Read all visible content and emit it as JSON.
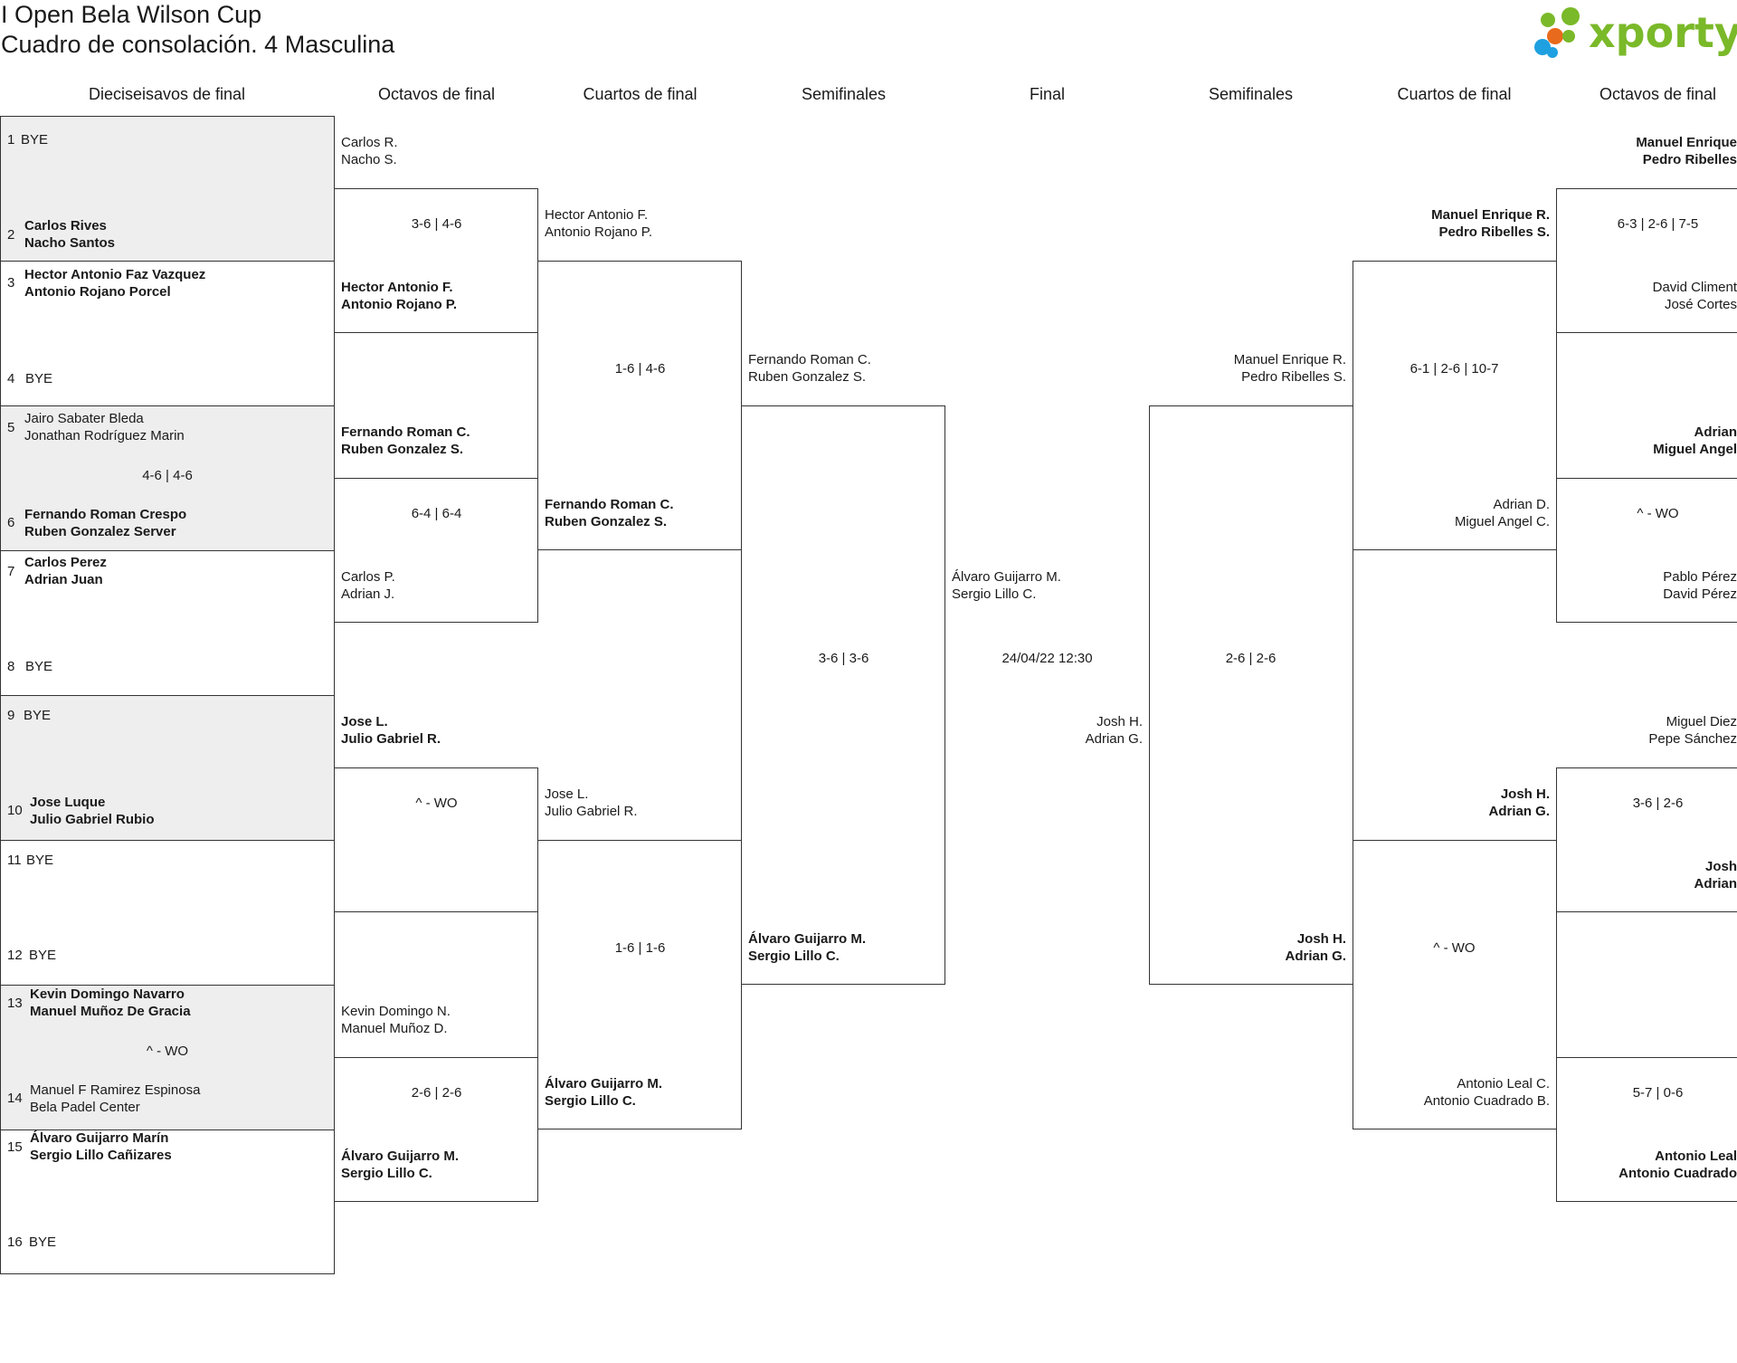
{
  "header": {
    "title": "I Open Bela Wilson Cup",
    "subtitle": "Cuadro de consolación. 4 Masculina"
  },
  "logo": {
    "brand": "xporty",
    "brand_color": "#7ab929"
  },
  "columns": {
    "left": [
      "Dieciseisavos de final",
      "Octavos de final",
      "Cuartos de final",
      "Semifinales"
    ],
    "final": "Final",
    "right": [
      "Semifinales",
      "Cuartos de final",
      "Octavos de final"
    ]
  },
  "r32": {
    "slots": [
      {
        "n": "1",
        "p1": "BYE",
        "p2": ""
      },
      {
        "n": "2",
        "p1": "Carlos Rives",
        "p2": "Nacho Santos"
      },
      {
        "n": "3",
        "p1": "Hector Antonio Faz Vazquez",
        "p2": "Antonio Rojano Porcel"
      },
      {
        "n": "4",
        "p1": "BYE",
        "p2": ""
      },
      {
        "n": "5",
        "p1": "Jairo Sabater Bleda",
        "p2": "Jonathan Rodríguez Marin"
      },
      {
        "n": "6",
        "p1": "Fernando Roman Crespo",
        "p2": "Ruben Gonzalez Server"
      },
      {
        "n": "7",
        "p1": "Carlos Perez",
        "p2": "Adrian Juan"
      },
      {
        "n": "8",
        "p1": "BYE",
        "p2": ""
      },
      {
        "n": "9",
        "p1": "BYE",
        "p2": ""
      },
      {
        "n": "10",
        "p1": "Jose Luque",
        "p2": "Julio Gabriel Rubio"
      },
      {
        "n": "11",
        "p1": "BYE",
        "p2": ""
      },
      {
        "n": "12",
        "p1": "BYE",
        "p2": ""
      },
      {
        "n": "13",
        "p1": "Kevin Domingo Navarro",
        "p2": "Manuel Muñoz De Gracia"
      },
      {
        "n": "14",
        "p1": "Manuel F Ramirez Espinosa",
        "p2": "Bela Padel Center"
      },
      {
        "n": "15",
        "p1": "Álvaro Guijarro Marín",
        "p2": "Sergio Lillo Cañizares"
      },
      {
        "n": "16",
        "p1": "BYE",
        "p2": ""
      }
    ],
    "scores": [
      "",
      "",
      "4-6 | 4-6",
      "",
      "",
      "",
      "^ - WO",
      ""
    ]
  },
  "l16": {
    "slots": [
      {
        "p1": "Carlos R.",
        "p2": "Nacho S."
      },
      {
        "p1": "Hector Antonio F.",
        "p2": "Antonio Rojano P."
      },
      {
        "p1": "Fernando Roman C.",
        "p2": "Ruben Gonzalez S."
      },
      {
        "p1": "Carlos P.",
        "p2": "Adrian J."
      },
      {
        "p1": "Jose L.",
        "p2": "Julio Gabriel R."
      },
      {
        "p1": "",
        "p2": ""
      },
      {
        "p1": "Kevin Domingo N.",
        "p2": "Manuel Muñoz D."
      },
      {
        "p1": "Álvaro Guijarro M.",
        "p2": "Sergio Lillo C."
      }
    ],
    "scores": [
      "3-6 | 4-6",
      "6-4 | 6-4",
      "^ - WO",
      "2-6 | 2-6"
    ]
  },
  "lqf": {
    "slots": [
      {
        "p1": "Hector Antonio F.",
        "p2": "Antonio Rojano P."
      },
      {
        "p1": "Fernando Roman C.",
        "p2": "Ruben Gonzalez S."
      },
      {
        "p1": "Jose L.",
        "p2": "Julio Gabriel R."
      },
      {
        "p1": "Álvaro Guijarro M.",
        "p2": "Sergio Lillo C."
      }
    ],
    "scores": [
      "1-6 | 4-6",
      "1-6 | 1-6"
    ]
  },
  "lsf": {
    "slots": [
      {
        "p1": "Fernando Roman C.",
        "p2": "Ruben Gonzalez S."
      },
      {
        "p1": "Álvaro Guijarro M.",
        "p2": "Sergio Lillo C."
      }
    ],
    "score": "3-6 | 3-6"
  },
  "final": {
    "left": {
      "p1": "Álvaro Guijarro M.",
      "p2": "Sergio Lillo C."
    },
    "right": {
      "p1": "Josh H.",
      "p2": "Adrian G."
    },
    "datetime": "24/04/22 12:30"
  },
  "rsf": {
    "slots": [
      {
        "p1": "Manuel Enrique R.",
        "p2": "Pedro Ribelles S."
      },
      {
        "p1": "Josh H.",
        "p2": "Adrian G."
      }
    ],
    "score": "2-6 | 2-6"
  },
  "rqf": {
    "slots": [
      {
        "p1": "Manuel Enrique R.",
        "p2": "Pedro Ribelles S."
      },
      {
        "p1": "Adrian D.",
        "p2": "Miguel Angel C."
      },
      {
        "p1": "Josh H.",
        "p2": "Adrian G."
      },
      {
        "p1": "Antonio Leal C.",
        "p2": "Antonio Cuadrado B."
      }
    ],
    "scores": [
      "6-1 | 2-6 | 10-7",
      "^ - WO"
    ]
  },
  "r16": {
    "slots": [
      {
        "p1": "Manuel Enrique",
        "p2": "Pedro Ribelles"
      },
      {
        "p1": "David Climent",
        "p2": "José Cortes"
      },
      {
        "p1": "Adrian",
        "p2": "Miguel Angel"
      },
      {
        "p1": "Pablo Pérez",
        "p2": "David Pérez"
      },
      {
        "p1": "Miguel Diez",
        "p2": "Pepe Sánchez"
      },
      {
        "p1": "Josh",
        "p2": "Adrian"
      },
      {
        "p1": "",
        "p2": ""
      },
      {
        "p1": "Antonio Leal",
        "p2": "Antonio Cuadrado"
      }
    ],
    "scores": [
      "6-3 | 2-6 | 7-5",
      "^ - WO",
      "3-6 | 2-6",
      "5-7 | 0-6"
    ]
  }
}
